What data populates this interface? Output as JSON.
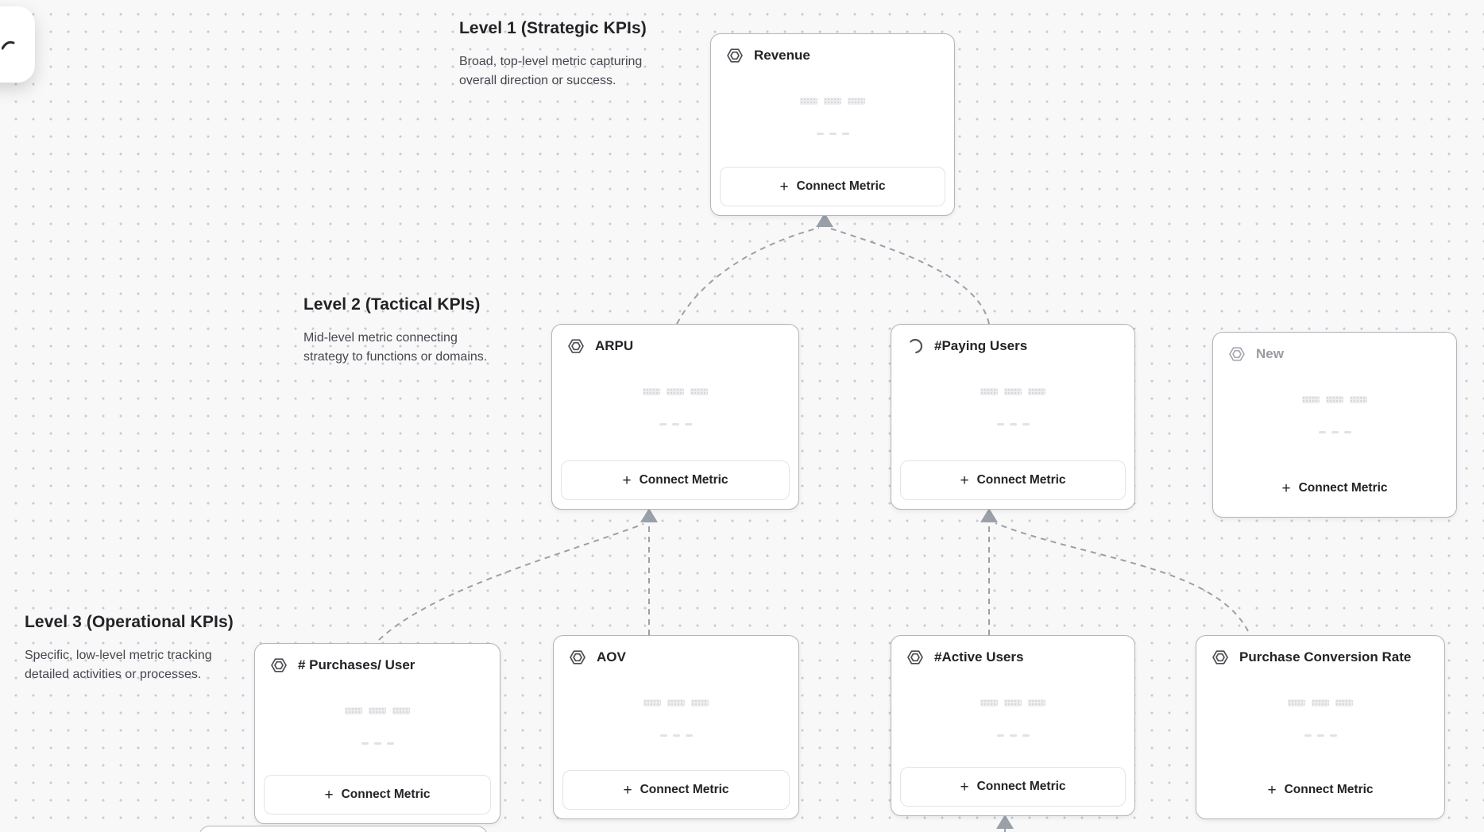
{
  "app": {
    "view": "kpi-tree-canvas"
  },
  "colors": {
    "canvas_background": "#f8f8f9",
    "grid_dot": "#c9c9cf",
    "card_border": "#b4b4ba",
    "connector": "#9aa0a8",
    "muted_text": "#9a9aa2",
    "heading_text": "#232327"
  },
  "labels": {
    "connect_metric": "Connect Metric",
    "plus": "+"
  },
  "levels": [
    {
      "title": "Level 1 (Strategic KPIs)",
      "description": "Broad, top-level metric capturing overall direction or success."
    },
    {
      "title": "Level 2 (Tactical KPIs)",
      "description": "Mid-level metric connecting strategy to functions or domains."
    },
    {
      "title": "Level 3 (Operational KPIs)",
      "description": "Specific, low-level metric tracking detailed activities or processes."
    }
  ],
  "cards": [
    {
      "id": "revenue",
      "title": "Revenue",
      "icon": "metric-hexagon",
      "state": "default",
      "level": 1
    },
    {
      "id": "arpu",
      "title": "ARPU",
      "icon": "metric-hexagon",
      "state": "default",
      "level": 2
    },
    {
      "id": "paying-users",
      "title": "#Paying Users",
      "icon": "loading-spinner",
      "state": "loading",
      "level": 2
    },
    {
      "id": "new",
      "title": "New",
      "icon": "metric-hexagon",
      "state": "draft",
      "level": 2
    },
    {
      "id": "purchases-per-user",
      "title": "# Purchases/ User",
      "icon": "metric-hexagon",
      "state": "default",
      "level": 3
    },
    {
      "id": "aov",
      "title": "AOV",
      "icon": "metric-hexagon",
      "state": "default",
      "level": 3
    },
    {
      "id": "active-users",
      "title": "#Active Users",
      "icon": "metric-hexagon",
      "state": "default",
      "level": 3
    },
    {
      "id": "purchase-conversion-rate",
      "title": "Purchase Conversion Rate",
      "icon": "metric-hexagon",
      "state": "default",
      "level": 3
    }
  ],
  "edges": [
    {
      "from": "ARPU",
      "to": "Revenue"
    },
    {
      "from": "#Paying Users",
      "to": "Revenue"
    },
    {
      "from": "# Purchases/ User",
      "to": "ARPU"
    },
    {
      "from": "AOV",
      "to": "ARPU"
    },
    {
      "from": "#Active Users",
      "to": "#Paying Users"
    },
    {
      "from": "Purchase Conversion Rate",
      "to": "#Paying Users"
    },
    {
      "from": "offscreen-below",
      "to": "#Active Users"
    }
  ]
}
